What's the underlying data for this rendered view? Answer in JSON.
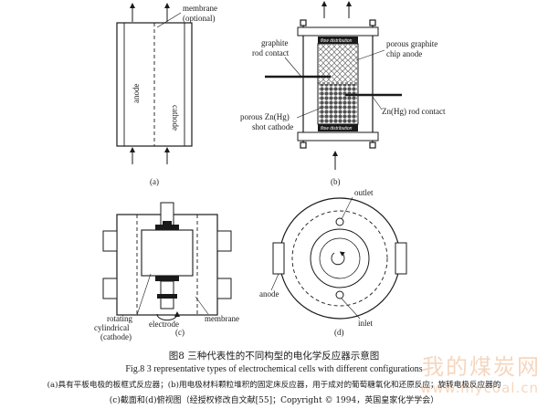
{
  "panel_a": {
    "membrane_label": "membrane",
    "optional_label": "(optional)",
    "anode_label": "anode",
    "cathode_label": "cathode",
    "tag": "(a)"
  },
  "panel_b": {
    "graphite_rod_label_1": "graphite",
    "graphite_rod_label_2": "rod contact",
    "porous_graphite_label_1": "porous graphite",
    "porous_graphite_label_2": "chip anode",
    "flow_distribution_label": "flow distribution",
    "porous_znhg_label_1": "porous Zn(Hg)",
    "porous_znhg_label_2": "shot cathode",
    "znhg_rod_label": "Zn(Hg) rod contact",
    "tag": "(b)"
  },
  "panel_c": {
    "rotating_label_1": "rotating",
    "rotating_label_2": "cylindrical",
    "rotating_label_3": "(cathode)",
    "electrode_label": "electrode",
    "membrane_label": "membrane",
    "tag": "(c)"
  },
  "panel_d": {
    "outlet_label": "outlet",
    "anode_label": "anode",
    "inlet_label": "inlet",
    "tag": "(d)"
  },
  "caption": {
    "line1": "图8   三种代表性的不同构型的电化学反应器示意图",
    "line2": "Fig.8    3 representative types of electrochemical cells with different configurations",
    "line3": "(a)具有平板电极的板框式反应器；(b)用电极材料颗粒堆积的固定床反应器，用于成对的葡萄糖氧化和还原反应；旋转电极反应器的",
    "line4": "(c)截面和(d)俯视图（经授权修改自文献[55]；Copyright © 1994，英国皇家化学学会）"
  },
  "watermark": {
    "text": "我的煤炭网",
    "url": "www.mycoal.cn"
  }
}
